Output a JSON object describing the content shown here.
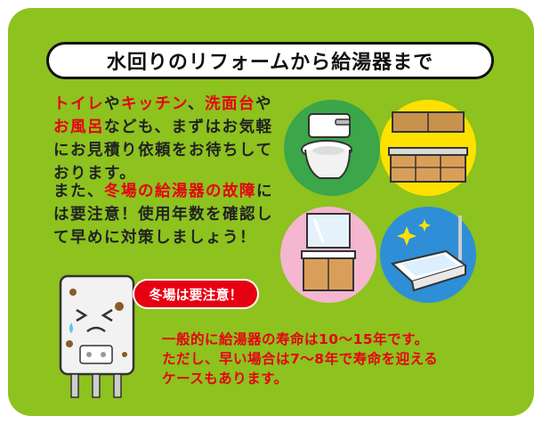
{
  "title": "水回りのリフォームから給湯器まで",
  "intro": {
    "s1": "トイレ",
    "s2": "や",
    "s3": "キッチン",
    "s4": "、",
    "s5": "洗面台",
    "s6": "や",
    "s7": "お風呂",
    "s8": "なども、まずはお気軽にお見積り依頼をお待ちしております。"
  },
  "notice": {
    "s1": "また、",
    "s2": "冬場の給湯器の故障",
    "s3": "には要注意！使用年数を確認して早めに対策しましょう！"
  },
  "badge": "冬場は要注意！",
  "lifespan": {
    "line1": "一般的に給湯器の寿命は10〜15年です。",
    "line2": "ただし、早い場合は7〜8年で寿命を迎える",
    "line3": "ケースもあります。"
  },
  "colors": {
    "background": "#8dc21f",
    "accent_red": "#e60012",
    "circle_toilet": "#3ba64a",
    "circle_kitchen": "#ffe100",
    "circle_vanity": "#f5b6cf",
    "circle_bath": "#2e8fd6"
  },
  "icons": [
    "toilet-icon",
    "kitchen-icon",
    "vanity-icon",
    "bathtub-icon",
    "water-heater-icon"
  ]
}
